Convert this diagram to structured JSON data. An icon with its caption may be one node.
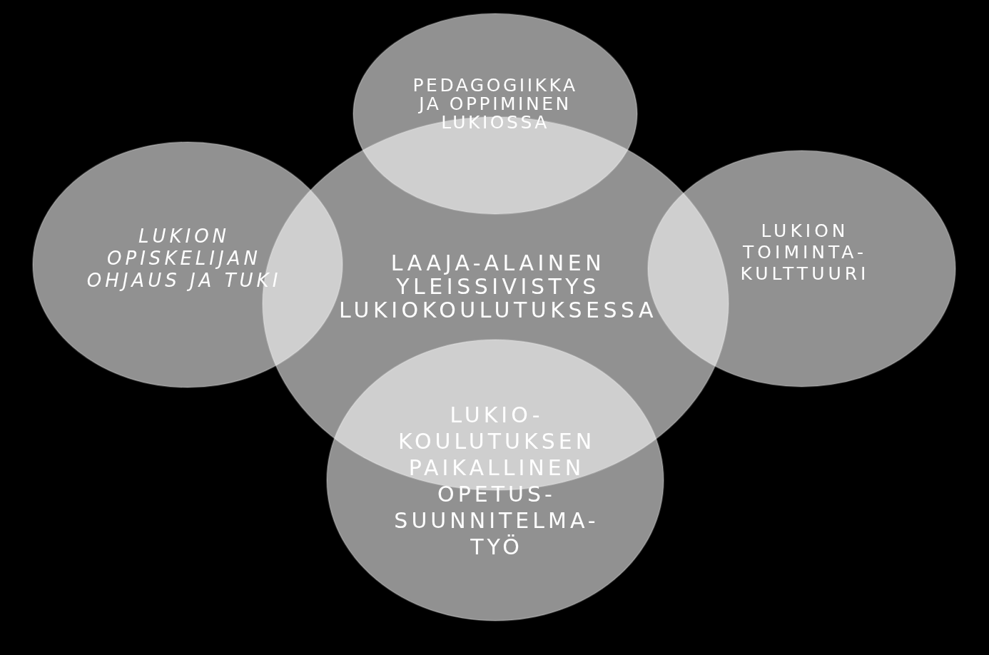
{
  "diagram": {
    "nodes": [
      {
        "text": [
          "PEDAGOGIIKKA JA OPPIMINEN LUKIOSSA"
        ]
      },
      {
        "text": [
          "LUKION OPISKELIJAN OHJAUS JA TUKI"
        ]
      },
      {
        "text": [
          "LAAJA-ALAINEN YLEISSIVISTYS LUKIOKOULUTUKSESSA"
        ]
      },
      {
        "text": [
          "LUKION TOIMINTA- KULTTUURI"
        ]
      },
      {
        "text": [
          "LUKIO- KOULUTUKSEN PAIKALLINEN OPETUS- SUUNNITELMA- TYÖ"
        ]
      }
    ]
  }
}
